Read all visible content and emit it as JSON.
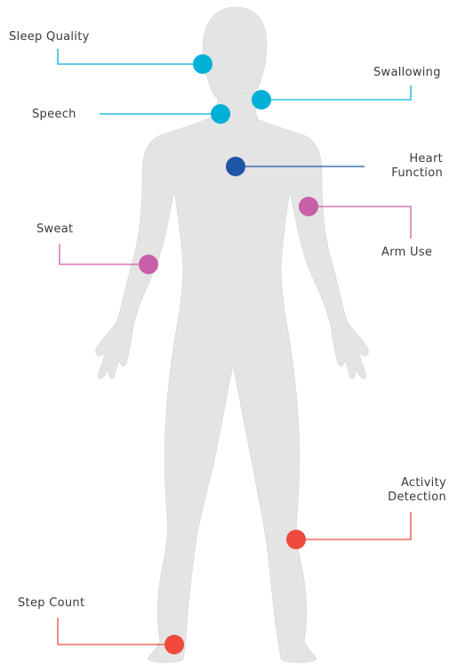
{
  "colors": {
    "background": "#ffffff",
    "body": "#e4e4e4",
    "body_outline": "#d6d6d6",
    "cyan": "#00b0d6",
    "navy": "#1e55a6",
    "magenta": "#c85fa8",
    "red": "#ef4a3b",
    "text": "#3a3a3a"
  },
  "sensors": {
    "sleep_quality": {
      "label": "Sleep Quality",
      "color_key": "cyan"
    },
    "swallowing": {
      "label": "Swallowing",
      "color_key": "cyan"
    },
    "speech": {
      "label": "Speech",
      "color_key": "cyan"
    },
    "heart_function": {
      "line1": "Heart",
      "line2": "Function",
      "color_key": "navy"
    },
    "arm_use": {
      "label": "Arm Use",
      "color_key": "magenta"
    },
    "sweat": {
      "label": "Sweat",
      "color_key": "magenta"
    },
    "activity_detection": {
      "line1": "Activity",
      "line2": "Detection",
      "color_key": "red"
    },
    "step_count": {
      "label": "Step Count",
      "color_key": "red"
    }
  }
}
